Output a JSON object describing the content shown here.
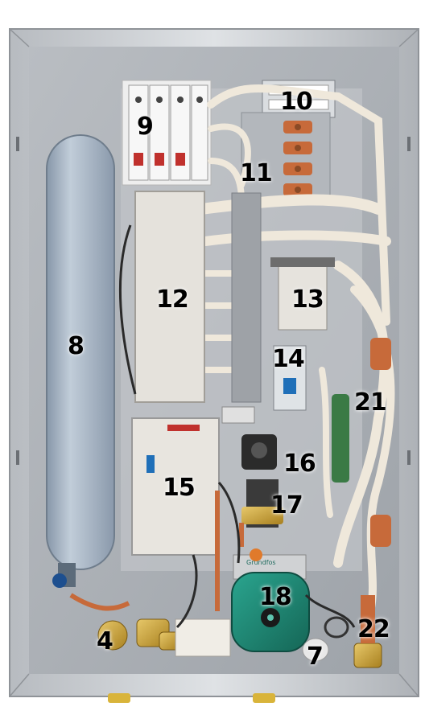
{
  "callouts": {
    "c4": "4",
    "c7": "7",
    "c8": "8",
    "c9": "9",
    "c10": "10",
    "c11": "11",
    "c12": "12",
    "c13": "13",
    "c14": "14",
    "c15": "15",
    "c16": "16",
    "c17": "17",
    "c18": "18",
    "c21": "21",
    "c22": "22"
  },
  "labels": {
    "pump_brand": "Grundfos"
  },
  "colors": {
    "housing_steel": "#c9ccd0",
    "expansion_tank": "#a9b7c8",
    "pump_body": "#1f8a78",
    "cable_insulation": "#efe8db",
    "brass": "#c9a23a",
    "copper": "#c76a3a",
    "terminal_board": "#e5e2dc"
  }
}
